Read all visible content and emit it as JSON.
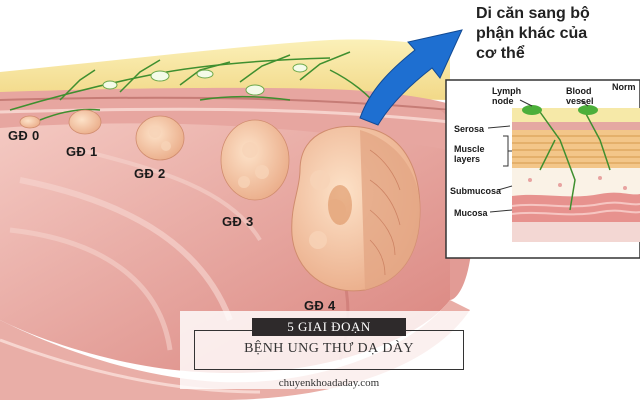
{
  "stages": [
    {
      "label": "GĐ 0"
    },
    {
      "label": "GĐ 1"
    },
    {
      "label": "GĐ 2"
    },
    {
      "label": "GĐ 3"
    },
    {
      "label": "GĐ 4"
    }
  ],
  "metastasis_text": [
    "Di căn sang bộ",
    "phận khác của",
    "cơ thể"
  ],
  "inset": {
    "corner_label": "Norm",
    "lymph_node": [
      "Lymph",
      "node"
    ],
    "blood_vessel": [
      "Blood",
      "vessel"
    ],
    "layers": {
      "serosa": "Serosa",
      "muscle": [
        "Muscle",
        "layers"
      ],
      "submucosa": "Submucosa",
      "mucosa": "Mucosa"
    }
  },
  "caption": {
    "badge": "5 GIAI ĐOẠN",
    "title": "BỆNH UNG THƯ DẠ DÀY",
    "site": "chuyenkhoadaday.com"
  },
  "colors": {
    "tissue_outer": "#e7a9a2",
    "tissue_inner": "#d98b86",
    "fat_layer": "#f3df9a",
    "vessel_green": "#3f8f2f",
    "arrow_blue": "#1e6fd1",
    "tumor": "#f2c4a6",
    "badge_bg": "#2e2a2b"
  }
}
